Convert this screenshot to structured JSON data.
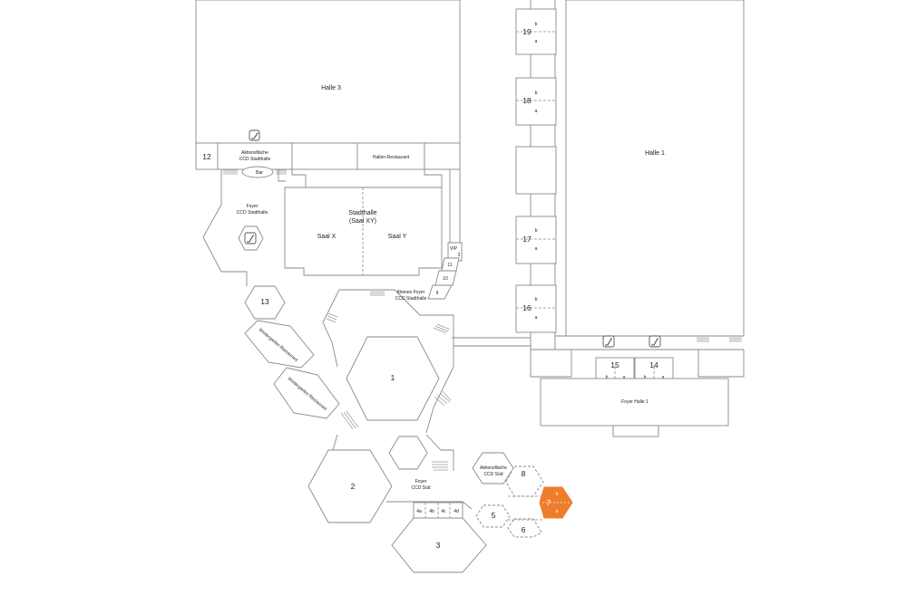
{
  "halls": {
    "halle3": "Halle 3",
    "halle1": "Halle 1",
    "foyer_halle1": "Foyer Halle 1",
    "stadthalle_line1": "Stadthalle",
    "stadthalle_line2": "(Saal XY)",
    "saal_x": "Saal X",
    "saal_y": "Saal Y"
  },
  "areas": {
    "aktion_stadthalle_1": "Aktionsfläche",
    "aktion_stadthalle_2": "CCD Stadthalle",
    "hallen_restaurant": "Hallen-Restaurant",
    "bar": "Bar",
    "foyer_stadthalle_1": "Foyer",
    "foyer_stadthalle_2": "CCD Stadthalle",
    "kleines_foyer_1": "Kleines Foyer",
    "kleines_foyer_2": "CCD Stadthalle",
    "wintergarten_1": "Wintergarten Restaurant",
    "wintergarten_2": "Wintergarten Restaurant",
    "foyer_sued_1": "Foyer",
    "foyer_sued_2": "CCD Süd",
    "aktion_sued_1": "Aktionsfläche",
    "aktion_sued_2": "CCD Süd",
    "vip": "VIP"
  },
  "rooms": {
    "r1": "1",
    "r2": "2",
    "r3": "3",
    "r4a": "4a",
    "r4b": "4b",
    "r4c": "4c",
    "r4d": "4d",
    "r5": "5",
    "r6": "6",
    "r7": "7",
    "r8": "8",
    "r9": "9",
    "r10": "10",
    "r11": "11",
    "r2b": "2",
    "r12": "12",
    "r13": "13",
    "r14": "14",
    "r15": "15",
    "r16": "16",
    "r17": "17",
    "r18": "18",
    "r19": "19"
  },
  "subrooms": {
    "a": "a",
    "b": "b"
  },
  "colors": {
    "highlight": "#ee7d2b",
    "line": "#8a8a8a"
  },
  "icons": [
    "escalator-icon"
  ]
}
